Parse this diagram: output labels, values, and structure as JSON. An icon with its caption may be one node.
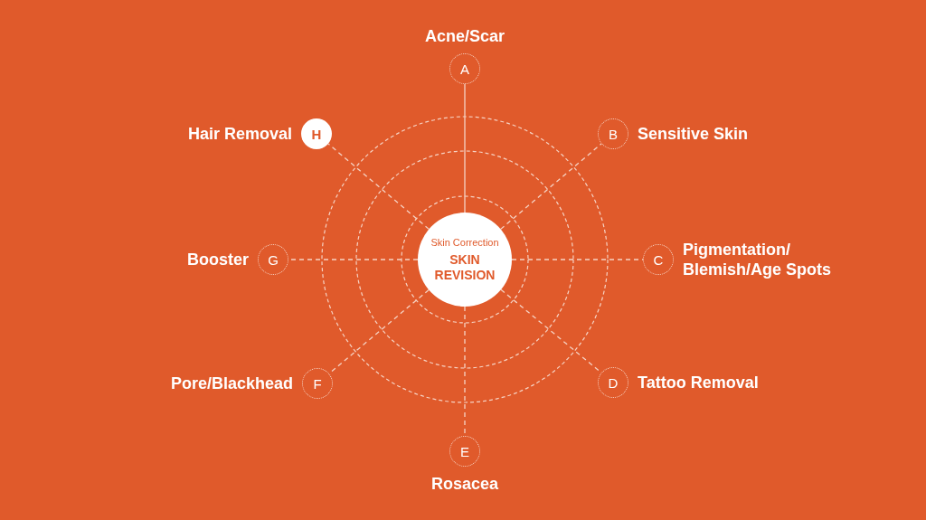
{
  "diagram": {
    "nodes": [
      {
        "text": [
          "Skin Correction",
          "SKIN REVISION"
        ]
      },
      {
        "text": [
          "A"
        ],
        "beside": [
          "Acne/Scar"
        ]
      },
      {
        "text": [
          "B"
        ],
        "beside": [
          "Sensitive Skin"
        ]
      },
      {
        "text": [
          "C"
        ],
        "beside": [
          "Pigmentation/ Blemish/Age Spots"
        ]
      },
      {
        "text": [
          "D"
        ],
        "beside": [
          "Tattoo Removal"
        ]
      },
      {
        "text": [
          "E"
        ],
        "beside": [
          "Rosacea"
        ]
      },
      {
        "text": [
          "F"
        ],
        "beside": [
          "Pore/Blackhead"
        ]
      },
      {
        "text": [
          "G"
        ],
        "beside": [
          "Booster"
        ]
      },
      {
        "text": [
          "H"
        ],
        "beside": [
          "Hair Removal"
        ]
      }
    ],
    "edges": [
      {
        "from": 0,
        "to": 1,
        "arrow": "none"
      },
      {
        "from": 0,
        "to": 2,
        "arrow": "none",
        "style": "dashed"
      },
      {
        "from": 0,
        "to": 3,
        "arrow": "none",
        "style": "dashed"
      },
      {
        "from": 0,
        "to": 4,
        "arrow": "none",
        "style": "dashed"
      },
      {
        "from": 0,
        "to": 5,
        "arrow": "none",
        "style": "dashed"
      },
      {
        "from": 0,
        "to": 6,
        "arrow": "none",
        "style": "dashed"
      },
      {
        "from": 0,
        "to": 7,
        "arrow": "none",
        "style": "dashed"
      },
      {
        "from": 0,
        "to": 8,
        "arrow": "none",
        "style": "dashed"
      }
    ]
  }
}
